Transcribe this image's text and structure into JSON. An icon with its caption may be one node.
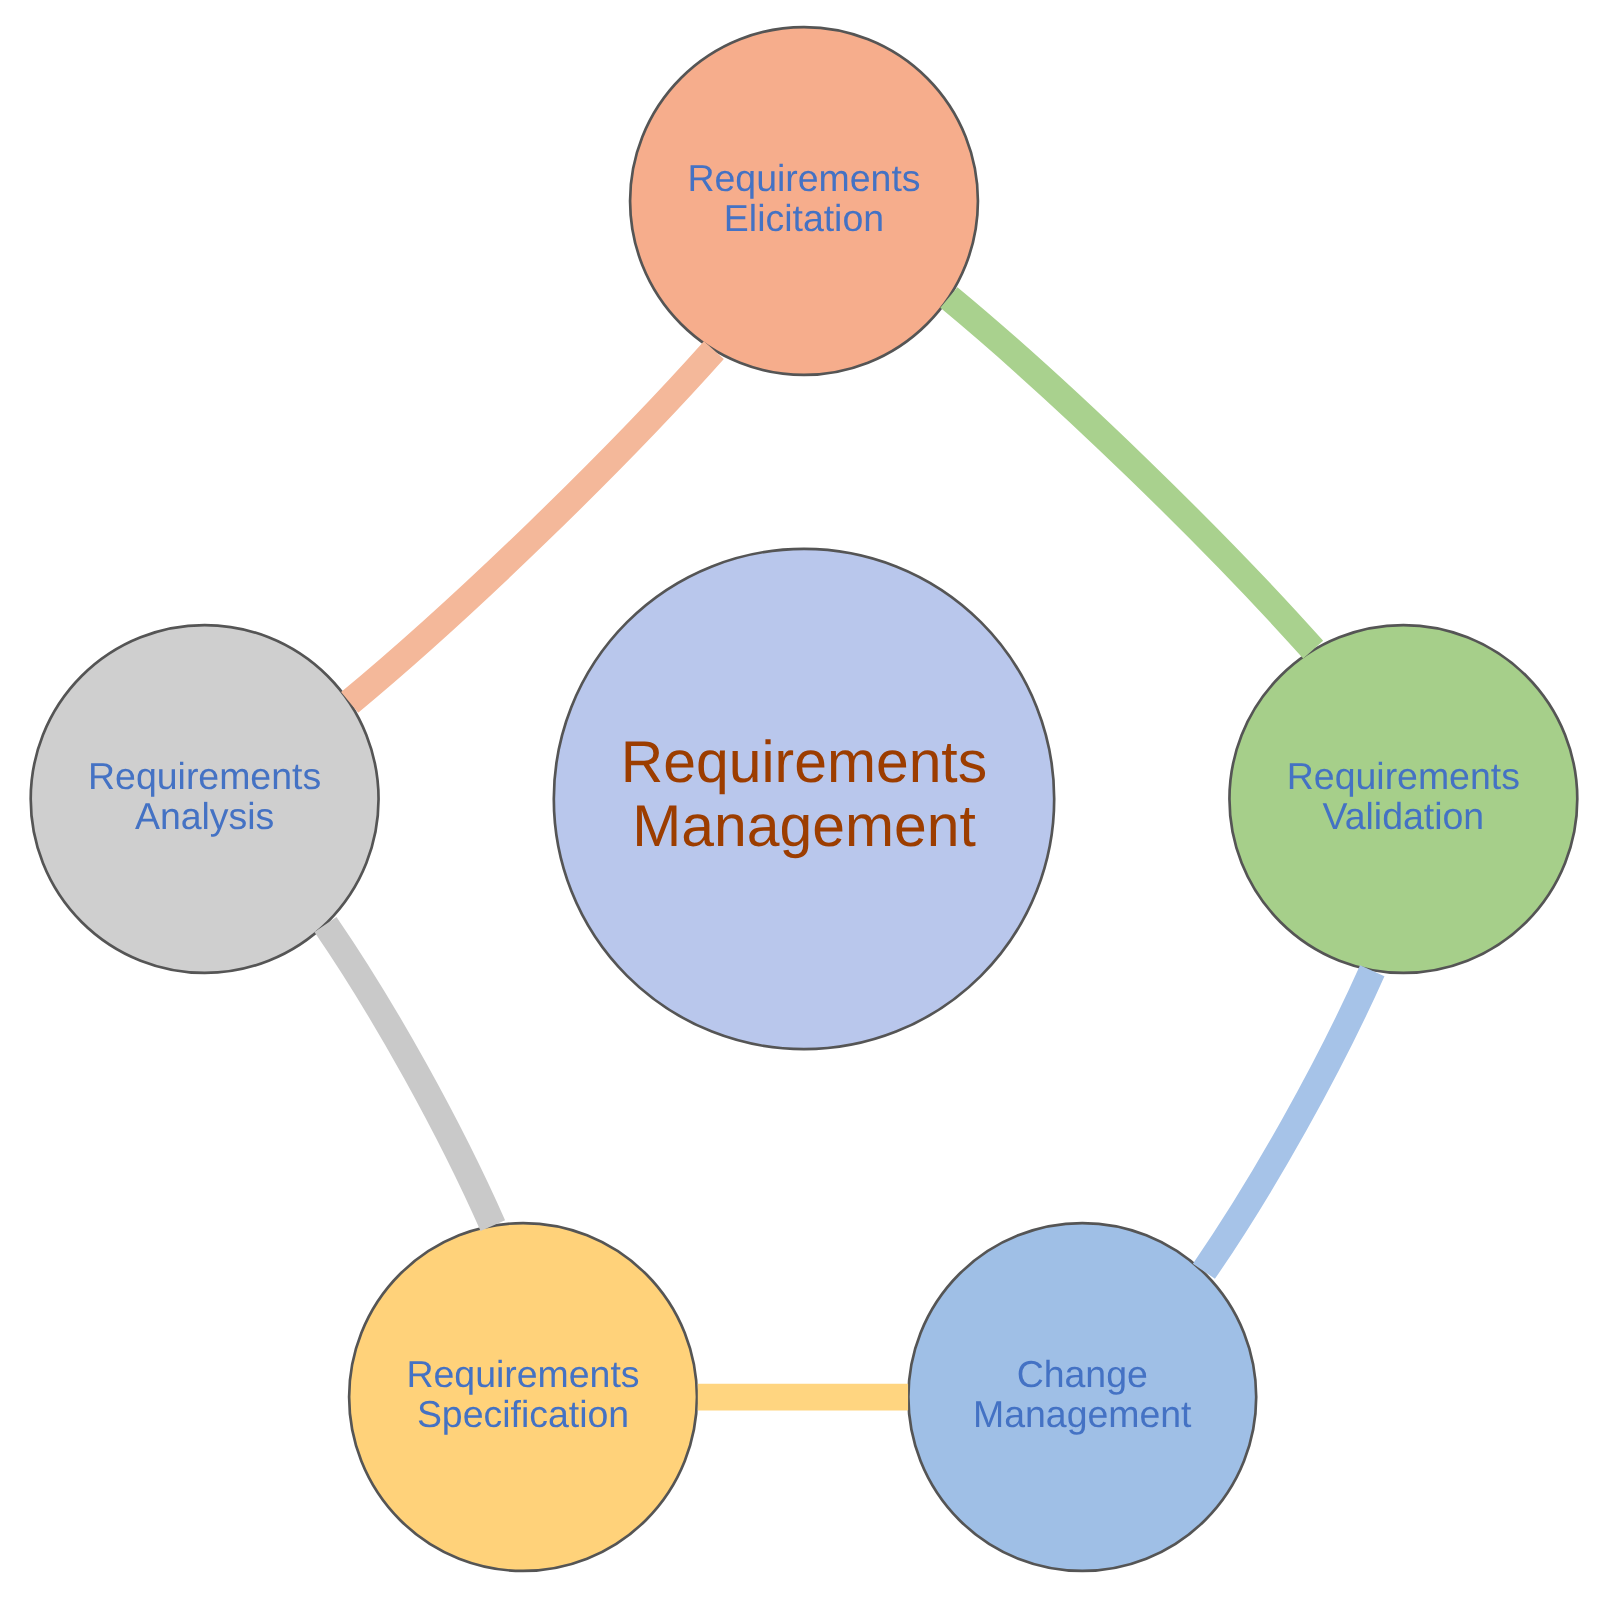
{
  "diagram": {
    "nodes": [
      {
        "text": [
          "Requirements Management"
        ]
      },
      {
        "text": [
          "Requirements Elicitation"
        ]
      },
      {
        "text": [
          "Requirements Analysis"
        ]
      },
      {
        "text": [
          "Requirements Specification"
        ]
      },
      {
        "text": [
          "Change Management"
        ]
      },
      {
        "text": [
          "Requirements Validation"
        ]
      }
    ],
    "edges": [
      {
        "from": 1,
        "to": 2,
        "arrow": "none",
        "color": "#f4b89a"
      },
      {
        "from": 2,
        "to": 3,
        "arrow": "none",
        "color": "#c9c9c9"
      },
      {
        "from": 3,
        "to": 4,
        "arrow": "none",
        "color": "#ffd580"
      },
      {
        "from": 4,
        "to": 5,
        "arrow": "none",
        "color": "#a6c3e8"
      },
      {
        "from": 5,
        "to": 1,
        "arrow": "none",
        "color": "#a9d18e"
      }
    ]
  }
}
